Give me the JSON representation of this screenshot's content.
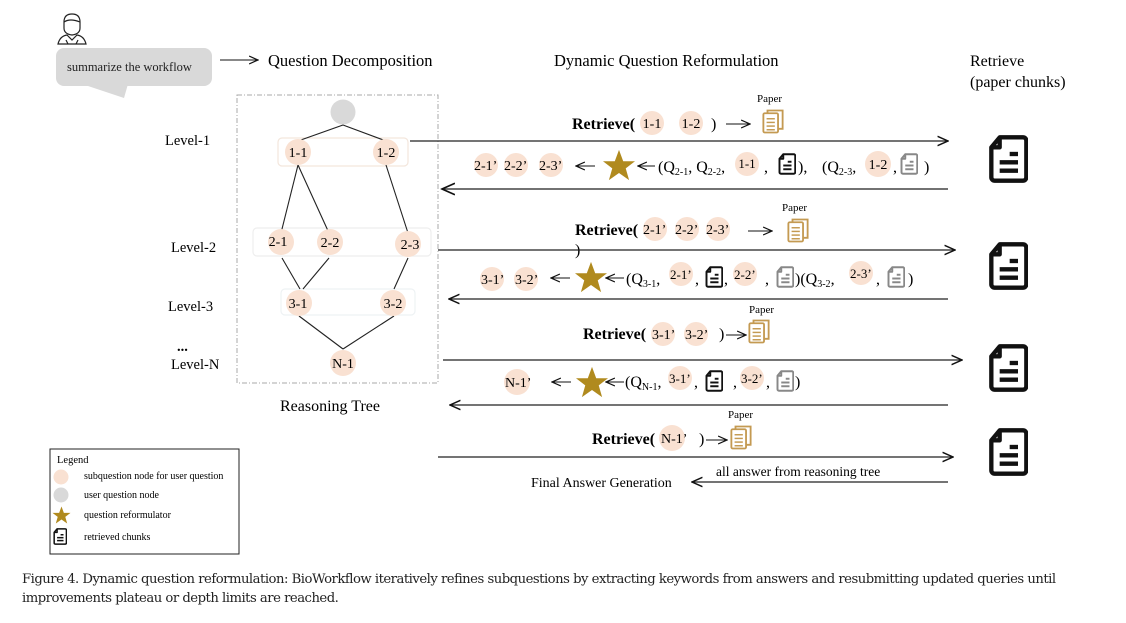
{
  "user": {
    "icon": "user-icon",
    "query": "summarize the workflow"
  },
  "headers": {
    "decomposition": "Question Decomposition",
    "reformulation": "Dynamic Question Reformulation",
    "retrieve_title": "Retrieve",
    "retrieve_subtitle": "(paper chunks)"
  },
  "tree": {
    "title": "Reasoning Tree",
    "levels": [
      "Level-1",
      "Level-2",
      "Level-3",
      "...",
      "Level-N"
    ],
    "nodes": {
      "level1": [
        "1-1",
        "1-2"
      ],
      "level2": [
        "2-1",
        "2-2",
        "2-3"
      ],
      "level3": [
        "3-1",
        "3-2"
      ],
      "levelN": [
        "N-1"
      ]
    }
  },
  "rows": [
    {
      "retrieve_label": "Retrieve(",
      "retrieve_nodes": [
        "1-1",
        "1-2"
      ],
      "close": ")",
      "paper_label": "Paper",
      "outputs": [
        "2-1’",
        "2-2’",
        "2-3’"
      ],
      "q1": "Q",
      "q1_sub": "2-1",
      "q2": "Q",
      "q2_sub": "2-2",
      "q2_node": "1-1",
      "q3": "Q",
      "q3_sub": "2-3",
      "q3_node": "1-2"
    },
    {
      "retrieve_label": "Retrieve(",
      "retrieve_nodes": [
        "2-1’",
        "2-2’",
        "2-3’"
      ],
      "close": ")",
      "paper_label": "Paper",
      "outputs": [
        "3-1’",
        "3-2’"
      ],
      "q1": "Q",
      "q1_sub": "3-1",
      "q1_nodes": [
        "2-1’",
        "2-2’"
      ],
      "q2": "Q",
      "q2_sub": "3-2",
      "q2_node": "2-3’"
    },
    {
      "retrieve_label": "Retrieve(",
      "retrieve_nodes": [
        "3-1’",
        "3-2’"
      ],
      "close": ")",
      "paper_label": "Paper",
      "outputs": [
        "N-1’"
      ],
      "q1": "Q",
      "q1_sub": "N-1",
      "q1_nodes": [
        "3-1’",
        "3-2’"
      ]
    },
    {
      "retrieve_label": "Retrieve(",
      "retrieve_nodes": [
        "N-1’"
      ],
      "close": ")",
      "paper_label": "Paper"
    }
  ],
  "final": {
    "label": "Final Answer Generation",
    "arrow_label": "all answer from reasoning tree"
  },
  "legend": {
    "title": "Legend",
    "items": [
      {
        "icon": "subquestion-node-icon",
        "label": "subquestion node for user question"
      },
      {
        "icon": "user-question-node-icon",
        "label": "user question node"
      },
      {
        "icon": "star-icon",
        "label": "question reformulator"
      },
      {
        "icon": "document-icon",
        "label": "retrieved chunks"
      }
    ]
  },
  "colors": {
    "subnode": "#f9e1d2",
    "usernode": "#d9d9d9",
    "star": "#b08a1e",
    "paper": "#c49a52"
  },
  "caption": "Figure 4. Dynamic question reformulation: BioWorkflow iteratively refines subquestions by extracting keywords from answers and resubmitting updated queries until improvements plateau or depth limits are reached."
}
